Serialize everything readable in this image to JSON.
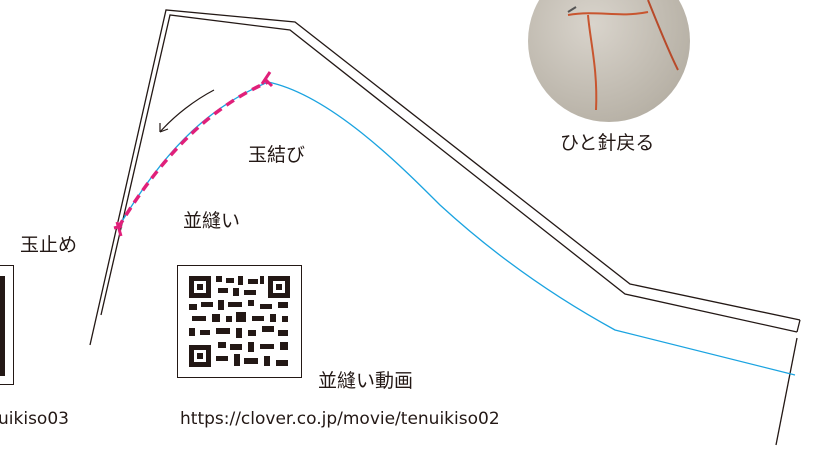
{
  "labels": {
    "knot_start": "玉結び",
    "knot_end": "玉止め",
    "running_stitch": "並縫い",
    "backstitch_once": "ひと針戻る",
    "video_caption": "並縫い動画"
  },
  "links": {
    "running_stitch_video_url": "https://clover.co.jp/movie/tenuikiso02",
    "partial_url_left": "uikiso03"
  },
  "colors": {
    "outline": "#231815",
    "seam_line": "#1aa3e0",
    "stitch": "#e0207a",
    "arrow": "#231815"
  },
  "icons": {
    "direction_arrow": "curved-arrow-icon",
    "qr_code": "qr-code-icon"
  }
}
